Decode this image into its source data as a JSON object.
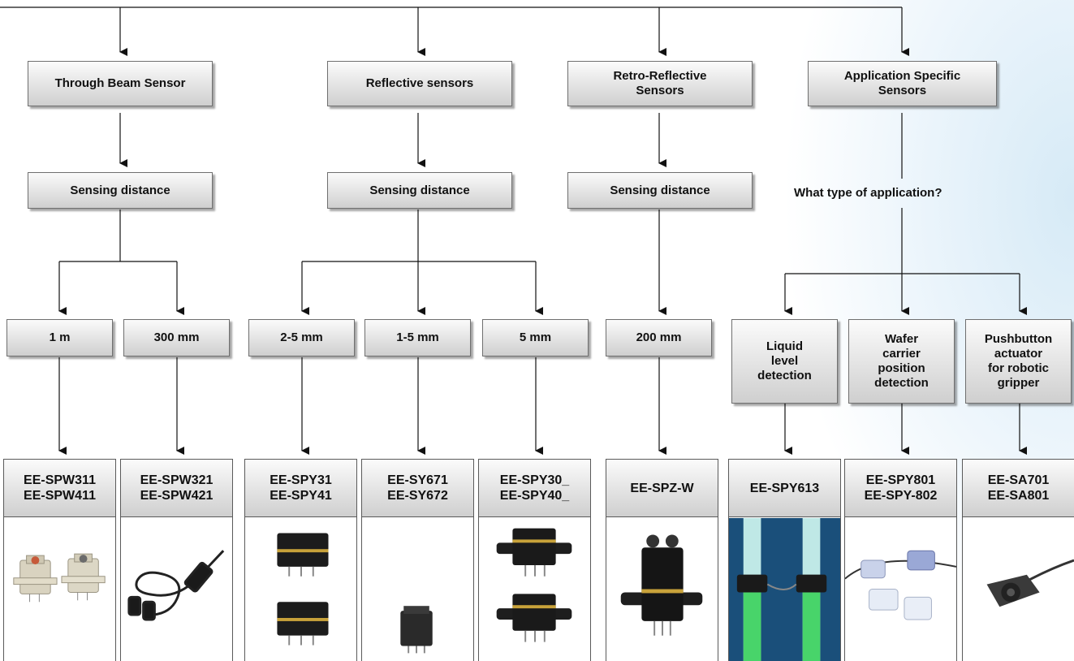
{
  "categories": [
    {
      "label": "Through Beam Sensor"
    },
    {
      "label": "Reflective sensors"
    },
    {
      "label": "Retro-Reflective\nSensors"
    },
    {
      "label": "Application Specific\nSensors"
    }
  ],
  "sensing": [
    {
      "label": "Sensing distance"
    },
    {
      "label": "Sensing distance"
    },
    {
      "label": "Sensing distance"
    }
  ],
  "question": "What type of application?",
  "distances": [
    {
      "label": "1 m"
    },
    {
      "label": "300 mm"
    },
    {
      "label": "2-5 mm"
    },
    {
      "label": "1-5 mm"
    },
    {
      "label": "5 mm"
    },
    {
      "label": "200 mm"
    }
  ],
  "applications": [
    {
      "label": "Liquid\nlevel\ndetection"
    },
    {
      "label": "Wafer\ncarrier\nposition\ndetection"
    },
    {
      "label": "Pushbutton\nactuator\nfor robotic\ngripper"
    }
  ],
  "products": [
    {
      "models": "EE-SPW311\nEE-SPW411",
      "image": "through-beam-sensor-pair"
    },
    {
      "models": "EE-SPW321\nEE-SPW421",
      "image": "cabled-sensor"
    },
    {
      "models": "EE-SPY31\nEE-SPY41",
      "image": "reflective-sensor-stack"
    },
    {
      "models": "EE-SY671\nEE-SY672",
      "image": "small-reflective-sensor"
    },
    {
      "models": "EE-SPY30_\nEE-SPY40_",
      "image": "reflective-sensor-stack-mounted"
    },
    {
      "models": "EE-SPZ-W",
      "image": "retro-reflective-sensor"
    },
    {
      "models": "EE-SPY613",
      "image": "liquid-level-tubes"
    },
    {
      "models": "EE-SPY801\nEE-SPY-802",
      "image": "wafer-carrier-sensors"
    },
    {
      "models": "EE-SA701\nEE-SA801",
      "image": "pushbutton-actuator"
    }
  ]
}
